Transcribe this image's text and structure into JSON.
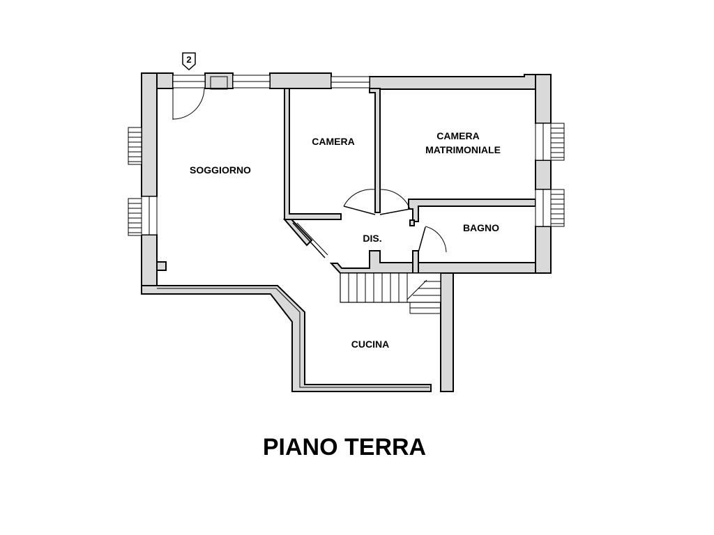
{
  "title": "PIANO TERRA",
  "marker": "2",
  "rooms": {
    "soggiorno": "SOGGIORNO",
    "camera": "CAMERA",
    "matrimoniale_1": "CAMERA",
    "matrimoniale_2": "MATRIMONIALE",
    "dis": "DIS.",
    "bagno": "BAGNO",
    "cucina": "CUCINA"
  },
  "colors": {
    "wall_fill": "#d9d9d9",
    "line": "#000000",
    "background": "#ffffff"
  }
}
